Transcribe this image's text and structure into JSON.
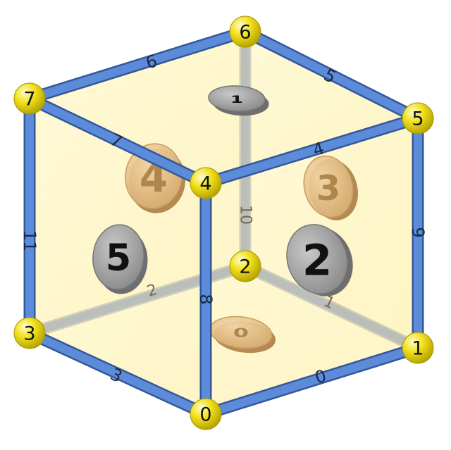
{
  "colors": {
    "face_fill": "#fff6b8",
    "edge": "#5b8bd9",
    "edge_back": "#a8b0bc",
    "vertex": "#f2e21a",
    "disc_wood": "#e8c48e",
    "disc_gray": "#a6a6a6"
  },
  "vertices": [
    {
      "id": "v0",
      "label": "0"
    },
    {
      "id": "v1",
      "label": "1"
    },
    {
      "id": "v2",
      "label": "2"
    },
    {
      "id": "v3",
      "label": "3"
    },
    {
      "id": "v4",
      "label": "4"
    },
    {
      "id": "v5",
      "label": "5"
    },
    {
      "id": "v6",
      "label": "6"
    },
    {
      "id": "v7",
      "label": "7"
    }
  ],
  "edges": [
    {
      "id": "e0",
      "label": "0"
    },
    {
      "id": "e1",
      "label": "1"
    },
    {
      "id": "e2",
      "label": "2"
    },
    {
      "id": "e3",
      "label": "3"
    },
    {
      "id": "e4",
      "label": "4"
    },
    {
      "id": "e5",
      "label": "5"
    },
    {
      "id": "e6",
      "label": "6"
    },
    {
      "id": "e7",
      "label": "7"
    },
    {
      "id": "e8",
      "label": "8"
    },
    {
      "id": "e9",
      "label": "9"
    },
    {
      "id": "e10",
      "label": "10"
    },
    {
      "id": "e11",
      "label": "11"
    }
  ],
  "faces": [
    {
      "id": "f0",
      "label": "0",
      "style": "wood"
    },
    {
      "id": "f1",
      "label": "1",
      "style": "gray"
    },
    {
      "id": "f2",
      "label": "2",
      "style": "gray"
    },
    {
      "id": "f3",
      "label": "3",
      "style": "wood"
    },
    {
      "id": "f4",
      "label": "4",
      "style": "wood"
    },
    {
      "id": "f5",
      "label": "5",
      "style": "gray"
    }
  ]
}
